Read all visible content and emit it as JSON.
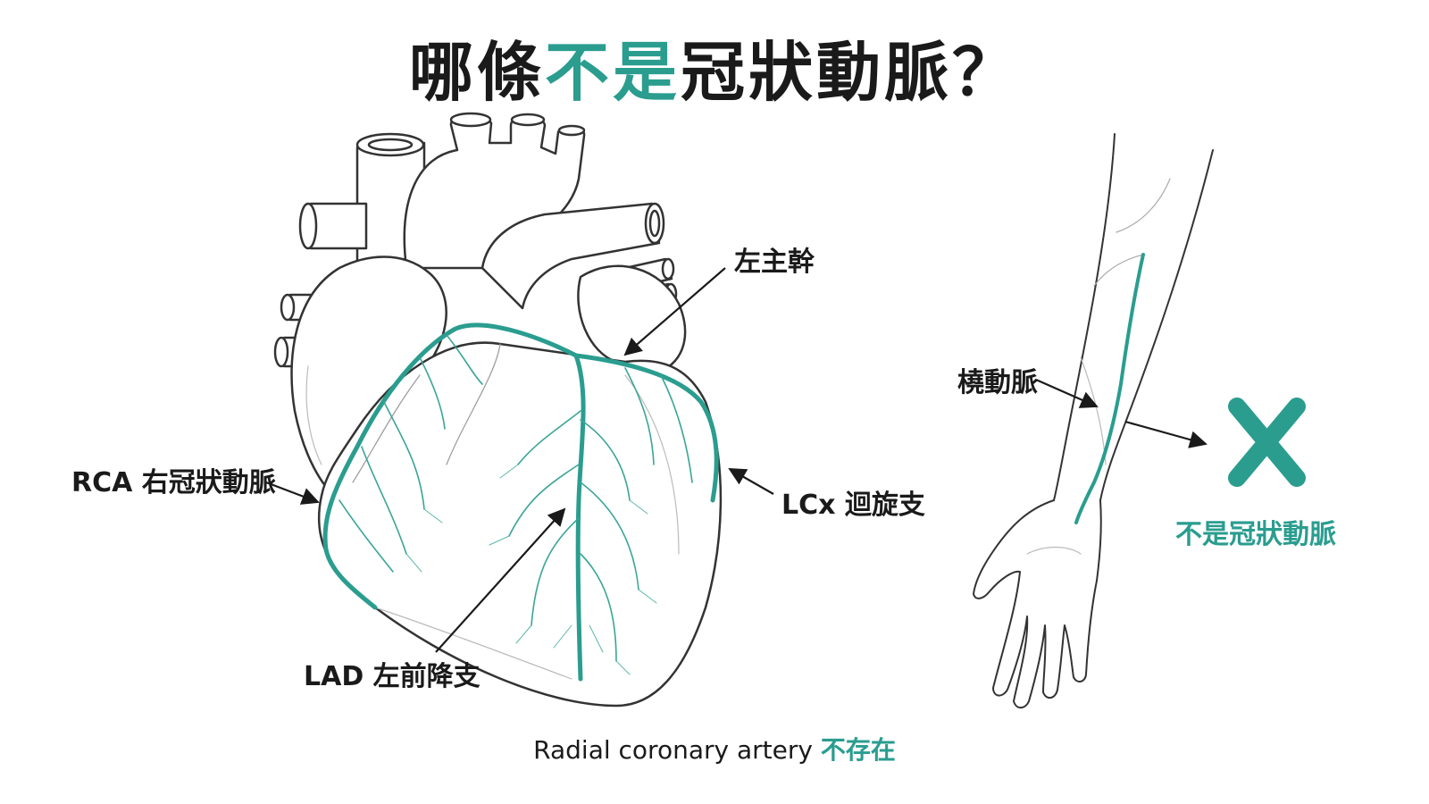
{
  "title": {
    "part1": "哪條",
    "highlight": "不是",
    "part2": "冠狀動脈？"
  },
  "labels": {
    "left_main": "左主幹",
    "rca": "RCA 右冠狀動脈",
    "lcx": "LCx 迴旋支",
    "lad": "LAD 左前降支",
    "radial": "橈動脈",
    "not_coronary": "不是冠狀動脈"
  },
  "caption": {
    "text": "Radial coronary artery",
    "highlight": "不存在"
  },
  "colors": {
    "accent": "#2a9d8f",
    "ink": "#1a1a1a",
    "background": "#ffffff"
  },
  "icons": {
    "cross": "x-mark-icon"
  }
}
